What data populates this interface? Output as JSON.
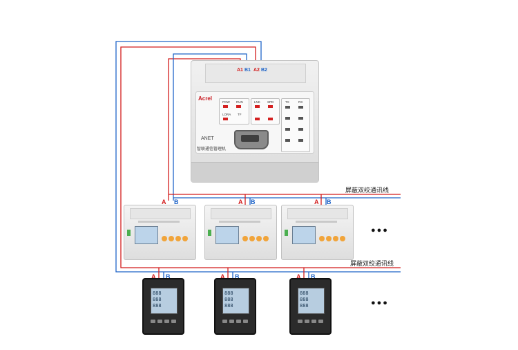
{
  "gateway": {
    "brand": "Acrel",
    "model": "ANET",
    "name": "智联通信管理机",
    "port_labels": [
      "A1",
      "B1",
      "A2",
      "B2"
    ],
    "led_groups": [
      {
        "labels": [
          "POW",
          "RUN",
          "LORA",
          "TF"
        ]
      },
      {
        "labels": [
          "LNK",
          "SPD",
          "",
          ""
        ]
      },
      {
        "labels": [
          "TX",
          "RX",
          "",
          ""
        ]
      }
    ]
  },
  "cable_labels": {
    "upper": "屏蔽双绞通讯线",
    "lower": "屏蔽双绞通讯线"
  },
  "terminal_labels": {
    "a": "A",
    "b": "B"
  },
  "meter_rows": {
    "rail_meters": 3,
    "panel_meters": 3,
    "more_marker": "●●●"
  },
  "colors": {
    "line_a": "#d21b1b",
    "line_b": "#1e64c8"
  }
}
